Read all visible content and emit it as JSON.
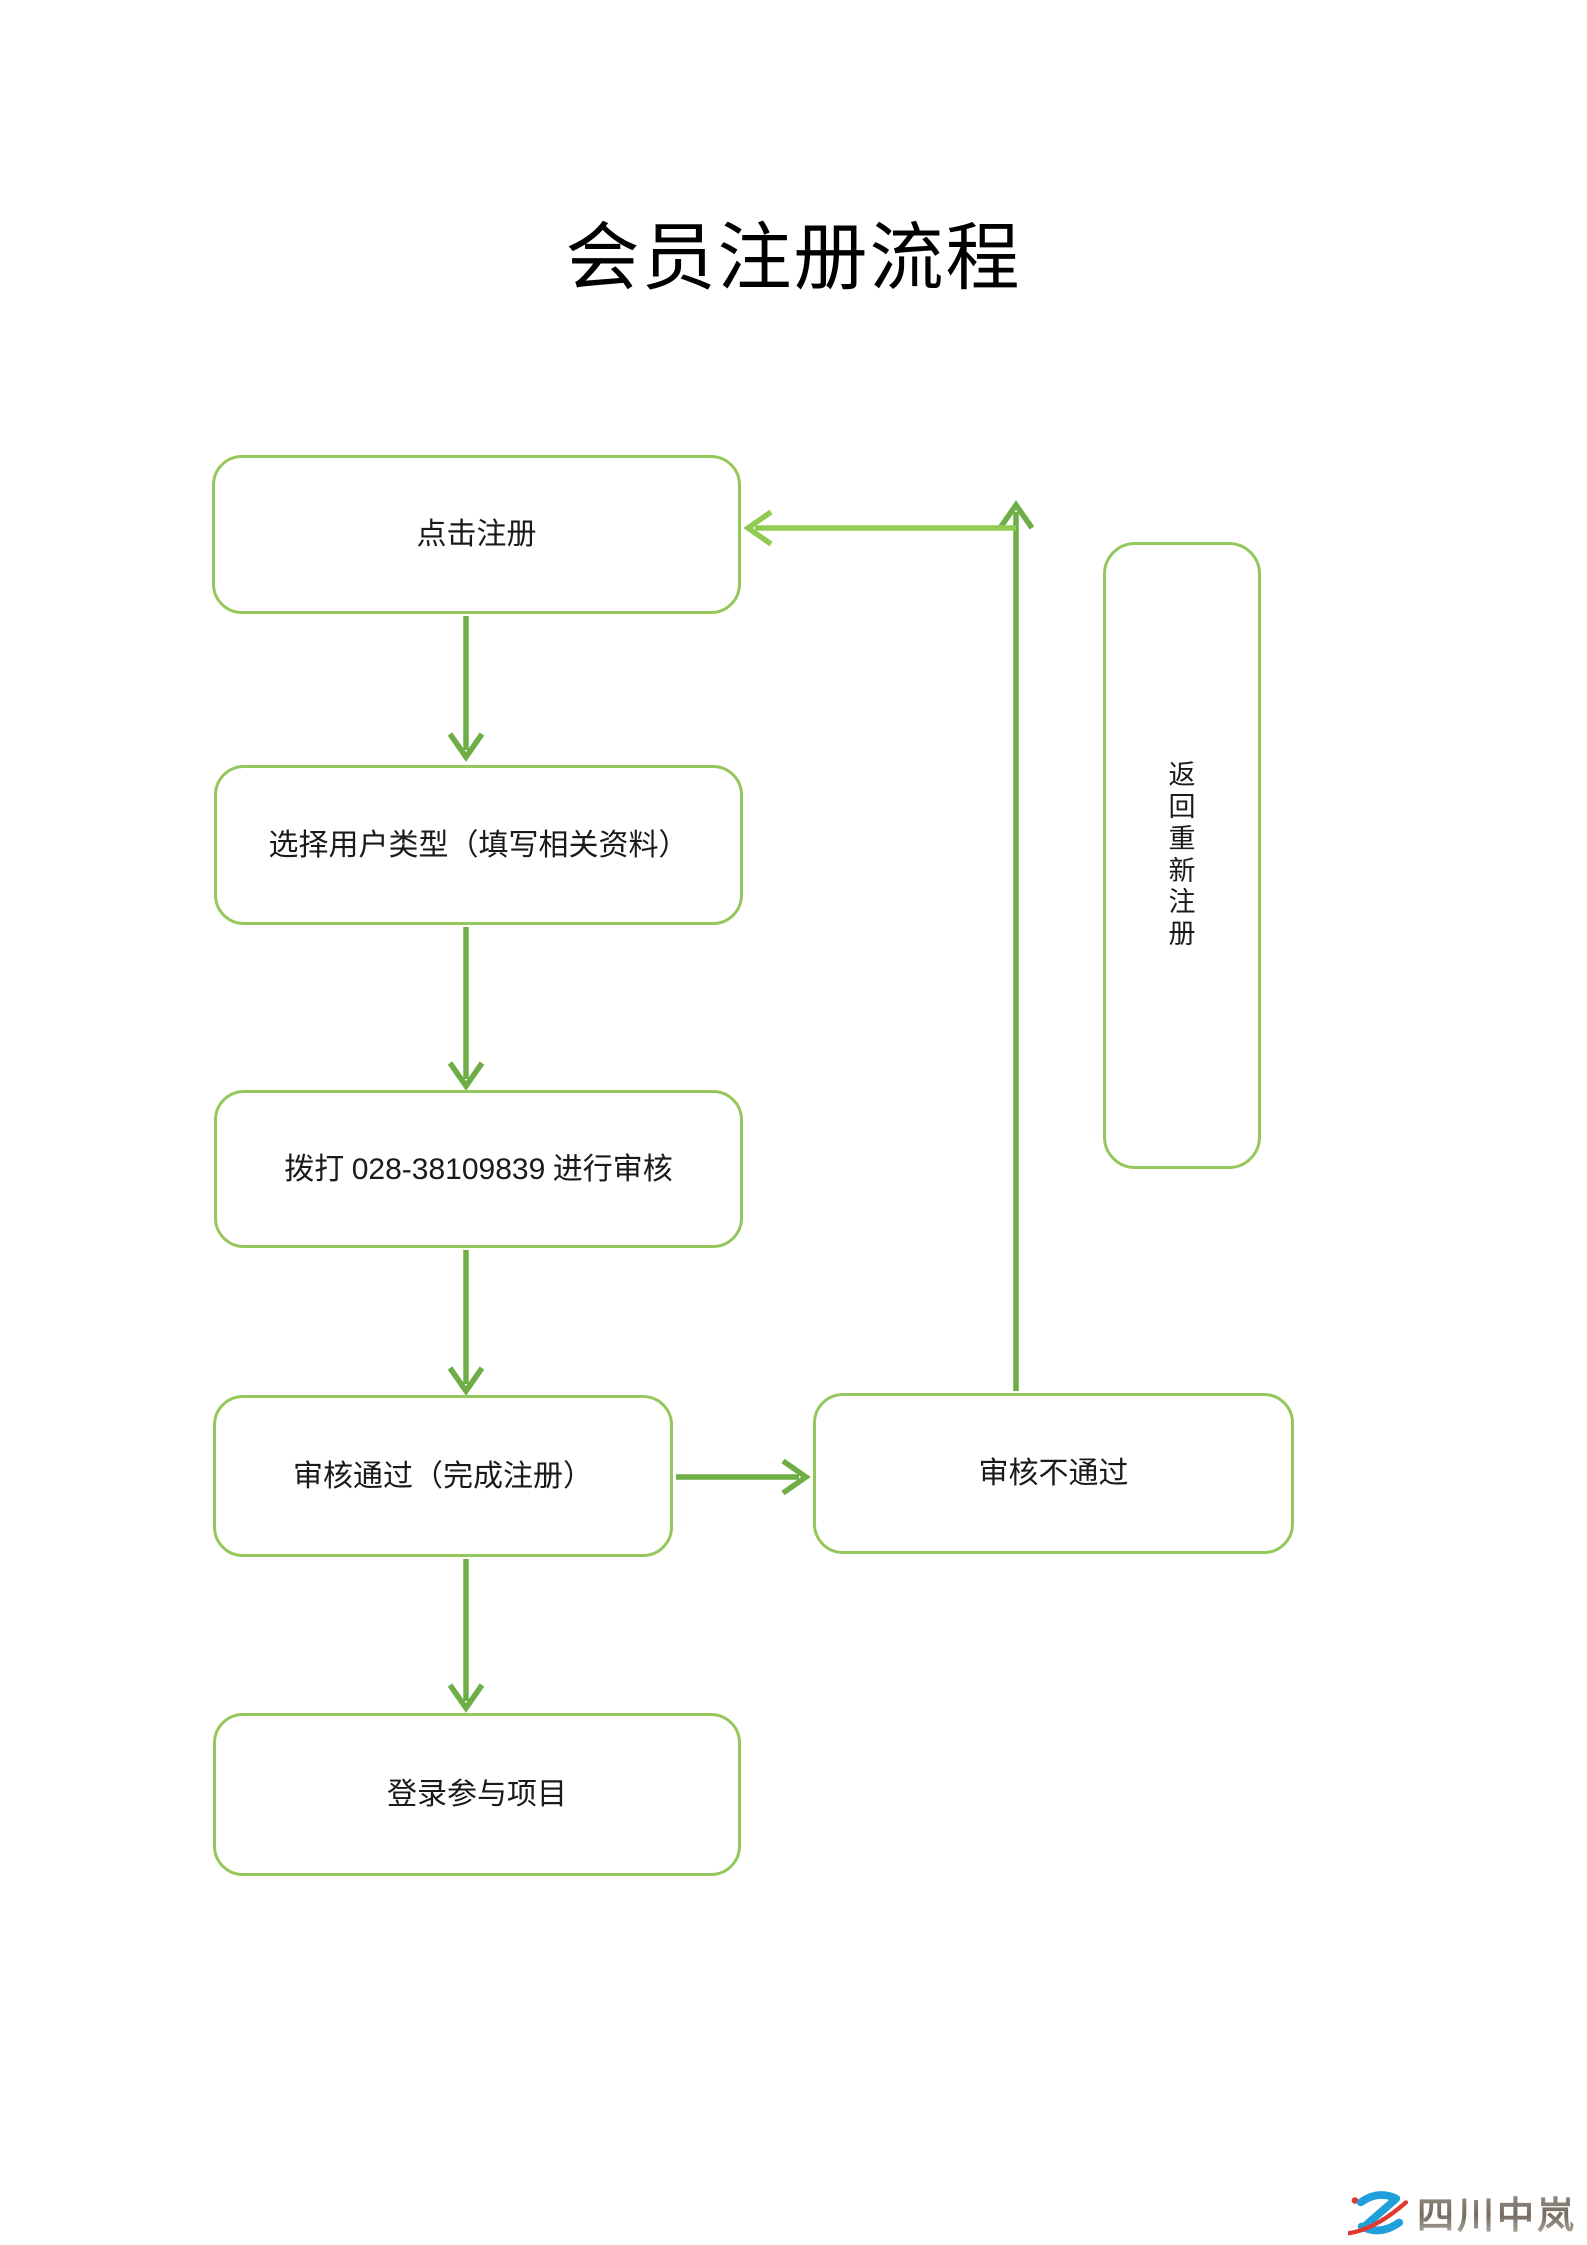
{
  "page": {
    "title": "会员注册流程"
  },
  "flowchart": {
    "nodes": {
      "click_register": {
        "label": "点击注册"
      },
      "select_user_type": {
        "label": "选择用户类型（填写相关资料）"
      },
      "call_review": {
        "prefix": "拨打 ",
        "phone": "028-38109839",
        "suffix": " 进行审核"
      },
      "review_passed": {
        "label": "审核通过（完成注册）"
      },
      "review_failed": {
        "label": "审核不通过"
      },
      "login_participate": {
        "label": "登录参与项目"
      },
      "return_reregister": {
        "label": "返回重新注册"
      }
    },
    "edges": [
      "click_register -> select_user_type",
      "select_user_type -> call_review",
      "call_review -> review_passed",
      "review_passed -> review_failed",
      "review_passed -> login_participate",
      "review_failed -> click_register"
    ]
  },
  "logo": {
    "brand_text": "四川中岚",
    "icon": "z-swoosh-logo-icon"
  },
  "colors": {
    "box_border": "#95c85c",
    "flow_arrow": "#6fad47",
    "feedback_arrow": "#92cb54",
    "node_text": "#1a1a1a",
    "logo_blue": "#219fdb",
    "logo_red": "#e2392e",
    "logo_text_dark": "#746b62",
    "logo_text_light": "#bdb4ab"
  }
}
